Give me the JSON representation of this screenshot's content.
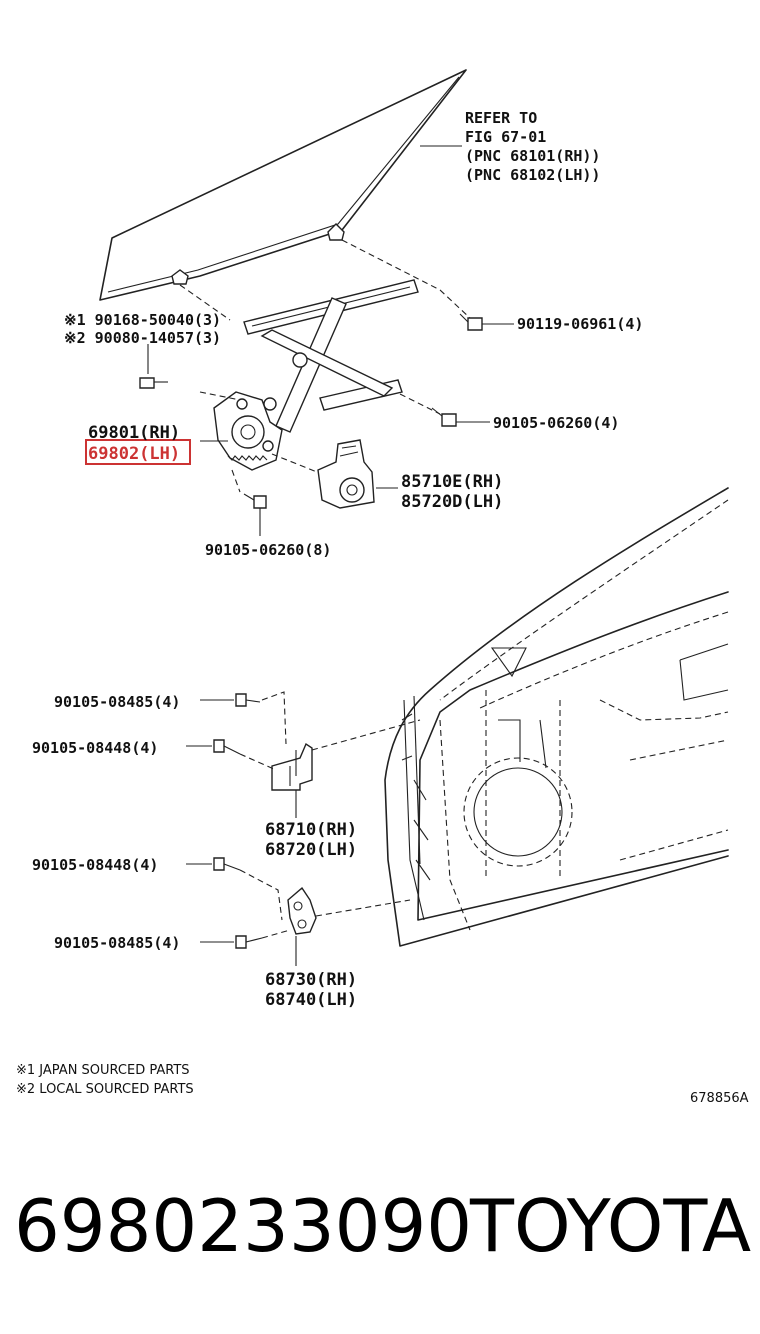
{
  "refer": {
    "line1": "REFER TO",
    "line2": "FIG 67-01",
    "line3": "(PNC 68101(RH))",
    "line4": "(PNC 68102(LH))"
  },
  "callouts": {
    "bolt_japan": "※1 90168-50040(3)",
    "bolt_local": "※2 90080-14057(3)",
    "bolt_top_right": "90119-06961(4)",
    "bolt_mid_right": "90105-06260(4)",
    "regulator_rh": "69801(RH)",
    "regulator_lh": "69802(LH)",
    "motor_rh": "85710E(RH)",
    "motor_lh": "85720D(LH)",
    "bolt_bottom": "90105-06260(8)",
    "hinge_upper_bolt_a": "90105-08485(4)",
    "hinge_upper_bolt_b": "90105-08448(4)",
    "hinge_upper_rh": "68710(RH)",
    "hinge_upper_lh": "68720(LH)",
    "hinge_lower_bolt_b": "90105-08448(4)",
    "hinge_lower_bolt_a": "90105-08485(4)",
    "hinge_lower_rh": "68730(RH)",
    "hinge_lower_lh": "68740(LH)"
  },
  "notes": {
    "japan": "※1 JAPAN SOURCED PARTS",
    "local": "※2 LOCAL SOURCED PARTS",
    "illustration_id": "678856A"
  },
  "footer": {
    "part_number": "6980233090",
    "brand": "TOYOTA"
  },
  "colors": {
    "highlight": "#cc3333",
    "ink": "#222222"
  }
}
